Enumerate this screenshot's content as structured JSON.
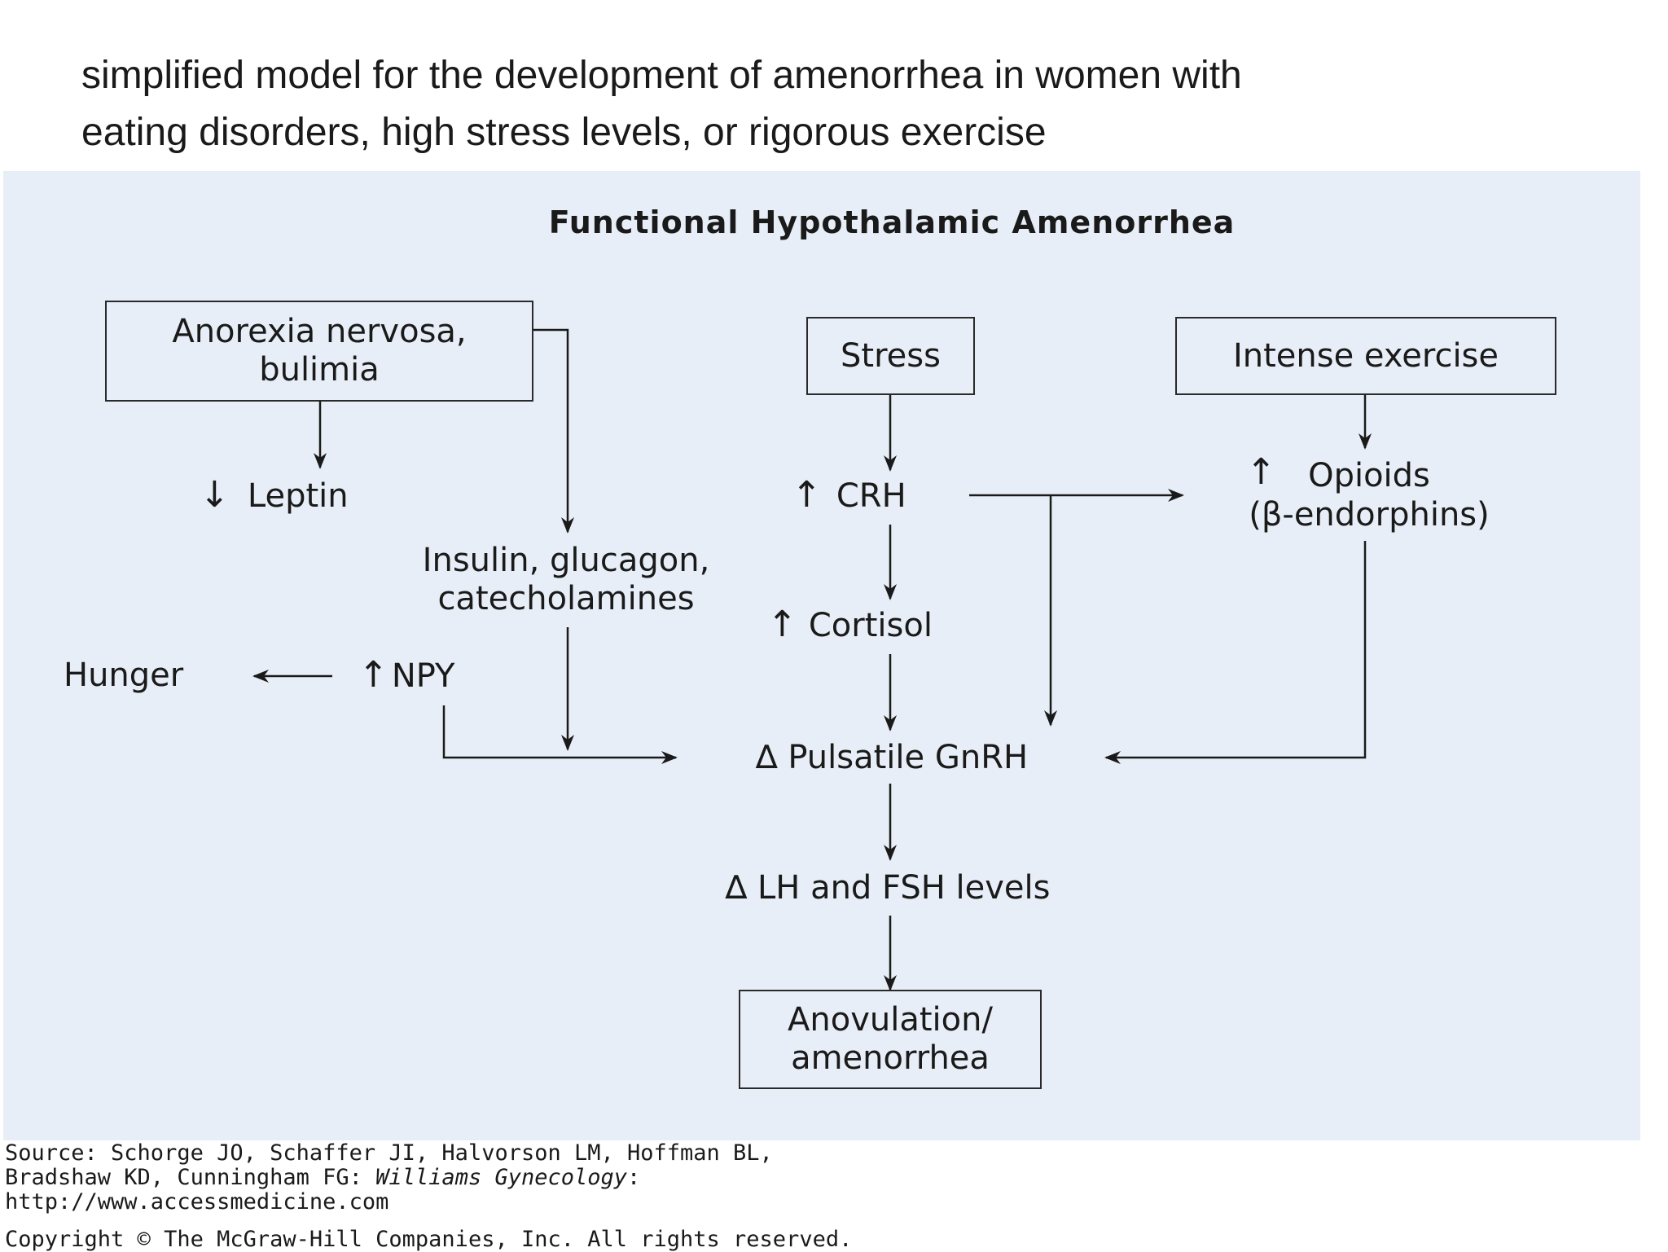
{
  "slide": {
    "title": "simplified model for the development of amenorrhea in women with\neating disorders, high stress levels, or rigorous exercise"
  },
  "diagram": {
    "title": "Functional Hypothalamic Amenorrhea",
    "nodes": {
      "anorexia": "Anorexia nervosa,\nbulimia",
      "stress": "Stress",
      "exercise": "Intense exercise",
      "leptin": "Leptin",
      "crh": "CRH",
      "opioids": "Opioids\n(β-endorphins)",
      "insulin": "Insulin, glucagon,\ncatecholamines",
      "cortisol": "Cortisol",
      "hunger": "Hunger",
      "npy": "NPY",
      "gnrh": "∆ Pulsatile GnRH",
      "lhfsh": "∆ LH and FSH levels",
      "anovulation": "Anovulation/\namenorrhea"
    },
    "symbols": {
      "up": "↑",
      "down": "↓"
    }
  },
  "source": {
    "line1": "Source: Schorge JO, Schaffer JI, Halvorson LM, Hoffman BL,",
    "line2_prefix": "Bradshaw KD, Cunningham FG: ",
    "line2_italic": "Williams Gynecology",
    "line2_suffix": ":",
    "line3": "http://www.accessmedicine.com",
    "copyright": "Copyright © The McGraw-Hill Companies, Inc. All rights reserved."
  }
}
